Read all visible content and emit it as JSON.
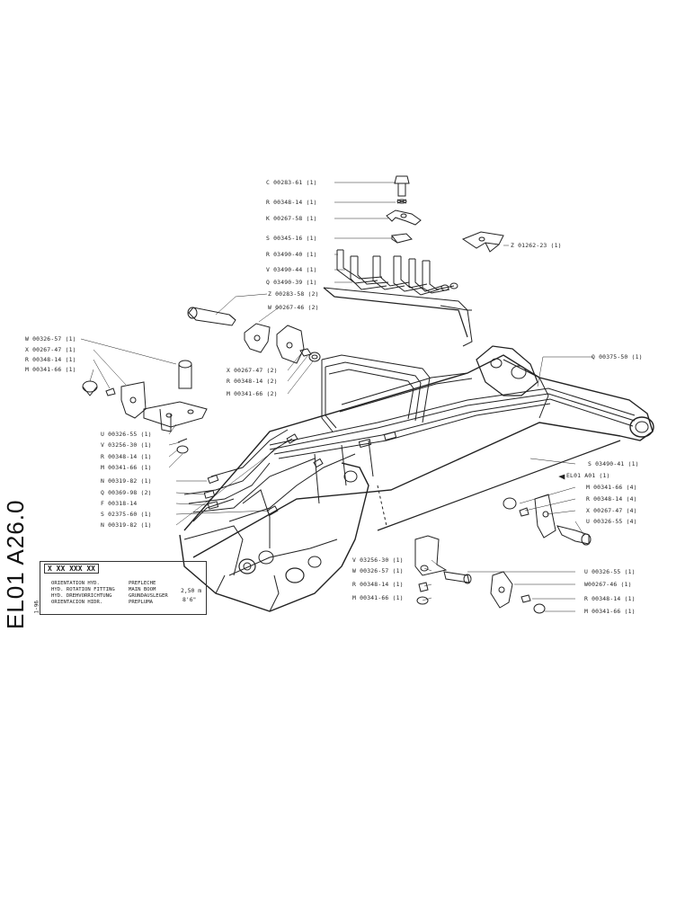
{
  "drawing": {
    "side_code": "EL01 A26.0",
    "title_code": "X XX XXX XX",
    "page_ref": "1-96",
    "title_lines_left": [
      "ORIENTATION HYD.",
      "HYD. ROTATION FITTING",
      "HYD. DREHVORRICHTUNG",
      "ORIENTACION HIDR."
    ],
    "title_lines_right": [
      "PREFLECHE",
      "MAIN BOOM",
      "GRUNDAUSLEGER",
      "PREPLUMA"
    ],
    "dim_metric": "2,50 m",
    "dim_imperial": "8'6\""
  },
  "callouts": {
    "c1": "C 00283-61 (1)",
    "c2": "R 00348-14 (1)",
    "c3": "K 00267-58 (1)",
    "c4": "S 00345-16 (1)",
    "c5": "R 03490-40 (1)",
    "c6": "V 03490-44 (1)",
    "c7": "Q 03490-39 (1)",
    "c8": "Z 01262-23 (1)",
    "c9": "Z 00283-58 (2)",
    "c10": "W 00267-46 (2)",
    "c11": "X 00267-47 (2)",
    "c12": "R 00348-14 (2)",
    "c13": "M 00341-66 (2)",
    "c14": "W 00326-57 (1)",
    "c15": "X 00267-47 (1)",
    "c16": "R 00348-14 (1)",
    "c17": "M 00341-66 (1)",
    "c18": "Q 00375-50 (1)",
    "c19": "U 00326-55 (1)",
    "c20": "V 03256-30 (1)",
    "c21": "R 00348-14 (1)",
    "c22": "M 00341-66 (1)",
    "c23": "N 00319-82 (1)",
    "c24": "Q 00369-98 (2)",
    "c25": "F 00318-14",
    "c26": "S 02375-60 (1)",
    "c27": "N 00319-82 (1)",
    "c28": "S 03490-41 (1)",
    "c29": "EL01  A01 (1)",
    "c30": "M 00341-66 (4)",
    "c31": "R 00348-14 (4)",
    "c32": "X 00267-47 (4)",
    "c33": "U 00326-55 (4)",
    "c34": "V 03256-30 (1)",
    "c35": "W 00326-57 (1)",
    "c36": "R 00348-14 (1)",
    "c37": "M 00341-66 (1)",
    "c38": "U 00326-55 (1)",
    "c39": "W00267-46 (1)",
    "c40": "R 00348-14 (1)",
    "c41": "M 00341-66 (1)"
  }
}
